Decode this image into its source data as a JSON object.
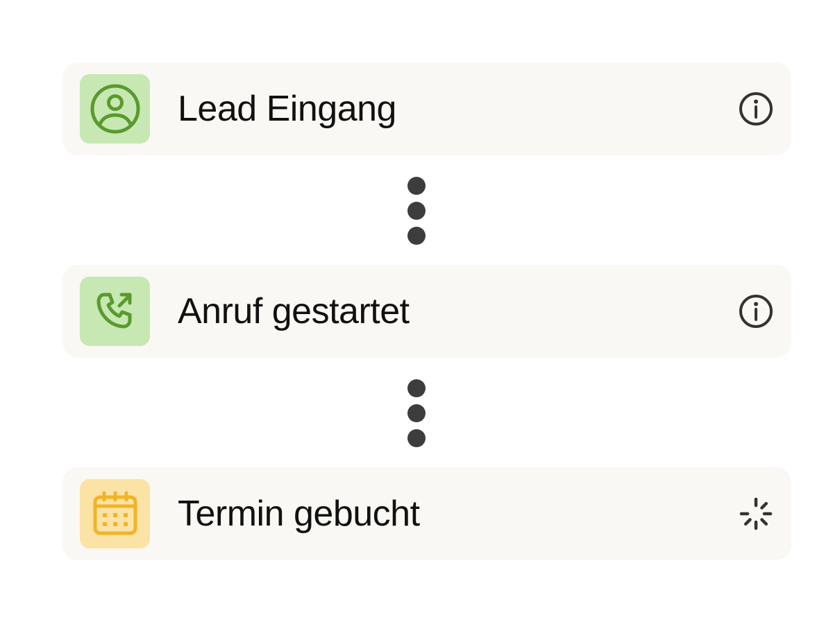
{
  "steps": [
    {
      "label": "Lead Eingang",
      "icon": "user-circle-icon",
      "status_icon": "info-icon",
      "accent": "#c7e8b2"
    },
    {
      "label": "Anruf gestartet",
      "icon": "phone-outgoing-icon",
      "status_icon": "info-icon",
      "accent": "#c7e8b2"
    },
    {
      "label": "Termin gebucht",
      "icon": "calendar-icon",
      "status_icon": "loading-spinner-icon",
      "accent": "#fbe3a6"
    }
  ],
  "colors": {
    "card_background": "#f9f8f4",
    "green_icon": "#5a9a2e",
    "yellow_icon": "#f0b429",
    "dot": "#3d3d3d",
    "status_icon": "#333333"
  }
}
